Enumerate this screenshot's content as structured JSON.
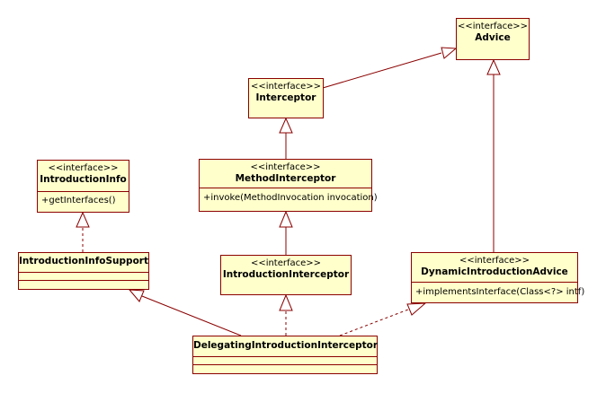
{
  "classes": {
    "advice": {
      "stereotype": "<<interface>>",
      "name": "Advice"
    },
    "interceptor": {
      "stereotype": "<<interface>>",
      "name": "Interceptor"
    },
    "introduction_info": {
      "stereotype": "<<interface>>",
      "name": "IntroductionInfo",
      "operations": [
        "+getInterfaces()"
      ]
    },
    "method_interceptor": {
      "stereotype": "<<interface>>",
      "name": "MethodInterceptor",
      "operations": [
        "+invoke(MethodInvocation invocation)"
      ]
    },
    "introduction_info_support": {
      "name": "IntroductionInfoSupport"
    },
    "introduction_interceptor": {
      "stereotype": "<<interface>>",
      "name": "IntroductionInterceptor"
    },
    "dynamic_introduction_advice": {
      "stereotype": "<<interface>>",
      "name": "DynamicIntroductionAdvice",
      "operations": [
        "+implementsInterface(Class<?> intf)"
      ]
    },
    "delegating_introduction_interceptor": {
      "name": "DelegatingIntroductionInterceptor"
    }
  },
  "relations": [
    {
      "from": "Interceptor",
      "to": "Advice",
      "kind": "generalization"
    },
    {
      "from": "MethodInterceptor",
      "to": "Interceptor",
      "kind": "generalization"
    },
    {
      "from": "IntroductionInterceptor",
      "to": "MethodInterceptor",
      "kind": "generalization"
    },
    {
      "from": "IntroductionInfoSupport",
      "to": "IntroductionInfo",
      "kind": "realization"
    },
    {
      "from": "DynamicIntroductionAdvice",
      "to": "Advice",
      "kind": "generalization"
    },
    {
      "from": "DelegatingIntroductionInterceptor",
      "to": "IntroductionInfoSupport",
      "kind": "generalization"
    },
    {
      "from": "DelegatingIntroductionInterceptor",
      "to": "IntroductionInterceptor",
      "kind": "realization"
    },
    {
      "from": "DelegatingIntroductionInterceptor",
      "to": "DynamicIntroductionAdvice",
      "kind": "realization"
    }
  ],
  "colors": {
    "fill": "#ffffcc",
    "stroke": "#8b0000",
    "text": "#000000"
  }
}
